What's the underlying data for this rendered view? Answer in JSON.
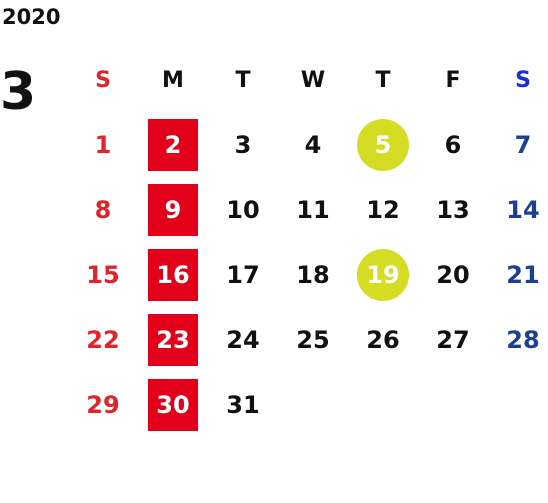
{
  "year": "2020",
  "month": "3",
  "weekdays": [
    "S",
    "M",
    "T",
    "W",
    "T",
    "F",
    "S"
  ],
  "weeks": [
    [
      "1",
      "2",
      "3",
      "4",
      "5",
      "6",
      "7"
    ],
    [
      "8",
      "9",
      "10",
      "11",
      "12",
      "13",
      "14"
    ],
    [
      "15",
      "16",
      "17",
      "18",
      "19",
      "20",
      "21"
    ],
    [
      "22",
      "23",
      "24",
      "25",
      "26",
      "27",
      "28"
    ],
    [
      "29",
      "30",
      "31",
      "",
      "",
      "",
      ""
    ]
  ],
  "colors": {
    "sunday": "#e0242b",
    "saturday": "#1b3f93",
    "saturday_header": "#1a2fd1",
    "highlight_square": "#e3001b",
    "highlight_circle": "#d4dc24"
  }
}
